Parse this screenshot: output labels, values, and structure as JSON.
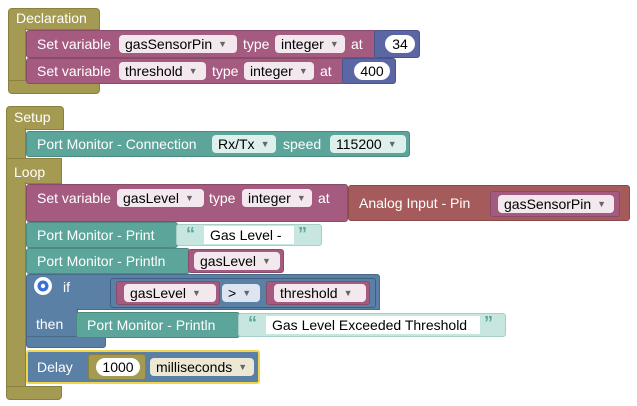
{
  "declaration": {
    "title": "Declaration",
    "rows": [
      {
        "set_label": "Set variable",
        "var": "gasSensorPin",
        "type_label": "type",
        "type": "integer",
        "at_label": "at",
        "value": "34"
      },
      {
        "set_label": "Set variable",
        "var": "threshold",
        "type_label": "type",
        "type": "integer",
        "at_label": "at",
        "value": "400"
      }
    ]
  },
  "setup": {
    "title": "Setup",
    "port_label": "Port Monitor - Connection",
    "port": "Rx/Tx",
    "speed_label": "speed",
    "speed": "115200"
  },
  "loop": {
    "title": "Loop",
    "setvar": {
      "set_label": "Set variable",
      "var": "gasLevel",
      "type_label": "type",
      "type": "integer",
      "at_label": "at",
      "analog_label": "Analog Input - Pin",
      "pin": "gasSensorPin"
    },
    "print": {
      "label": "Port Monitor - Print",
      "text": "Gas Level -"
    },
    "println": {
      "label": "Port Monitor - Println",
      "var": "gasLevel"
    },
    "if_block": {
      "if_label": "if",
      "left": "gasLevel",
      "op": ">",
      "right": "threshold",
      "then_label": "then",
      "println_label": "Port Monitor - Println",
      "text": "Gas Level Exceeded Threshold"
    },
    "delay": {
      "label": "Delay",
      "value": "1000",
      "unit": "milliseconds"
    }
  },
  "icons": {
    "gear": "gear-icon",
    "dropdown": "triangle-down-icon",
    "quote": "quote-icon"
  },
  "colors": {
    "event": "#a59a51",
    "variable": "#a55b80",
    "port": "#5ba59b",
    "number": "#5b67a5",
    "logic": "#5b80a5",
    "analog": "#a55b5b"
  }
}
